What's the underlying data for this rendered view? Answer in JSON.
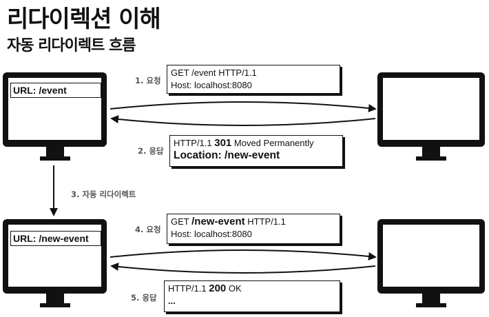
{
  "title": "리다이렉션 이해",
  "subtitle": "자동 리다이렉트 흐름",
  "client_top": {
    "url_box": "URL: /event"
  },
  "client_bottom": {
    "url_box": "URL: /new-event"
  },
  "steps": {
    "s1": "1. 요청",
    "s2": "2. 응답",
    "s3": "3. 자동 리다이렉트",
    "s4": "4. 요청",
    "s5": "5. 응답"
  },
  "request1": {
    "line1": "GET /event HTTP/1.1",
    "line2": "Host: localhost:8080"
  },
  "response1": {
    "line1_a": "HTTP/1.1 ",
    "line1_code": "301",
    "line1_b": " Moved Permanently",
    "line2": "Location: /new-event"
  },
  "request2": {
    "method": "GET ",
    "path": "/new-event",
    "version": " HTTP/1.1",
    "line2": "Host: localhost:8080"
  },
  "response2": {
    "line1_a": "HTTP/1.1 ",
    "line1_code": "200",
    "line1_b": " OK",
    "line2": "..."
  }
}
